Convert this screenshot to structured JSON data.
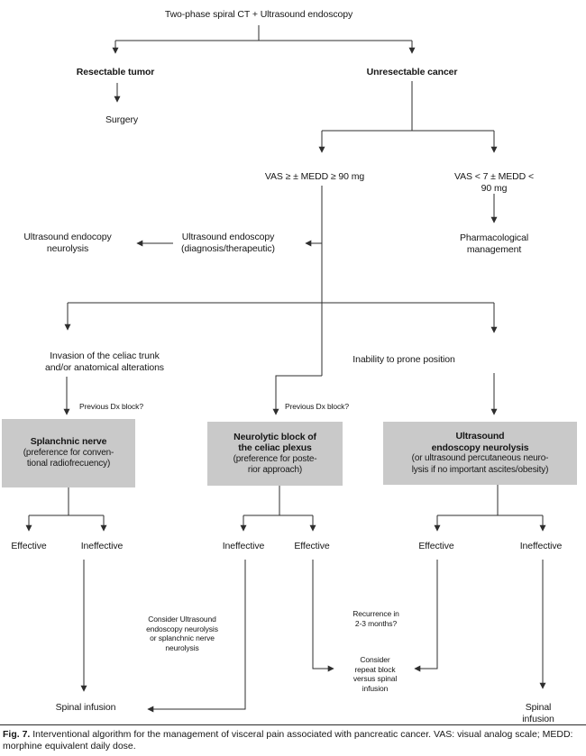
{
  "colors": {
    "box_fill": "#c9c9c9",
    "line": "#2e2e2e",
    "text": "#161616"
  },
  "nodes": {
    "root": "Two-phase spiral CT + Ultrasound endoscopy",
    "resectable": "Resectable tumor",
    "surgery": "Surgery",
    "unresectable": "Unresectable cancer",
    "vas_high": "VAS ≥ ± MEDD ≥ 90 mg",
    "vas_low": "VAS < 7 ± MEDD < 90 mg",
    "pharmacological": "Pharmacological\nmanagement",
    "us_endoscopy_diag": "Ultrasound endoscopy\n(diagnosis/therapeutic)",
    "us_endoscopy_neuro": "Ultrasound endocopy\nneurolysis",
    "invasion": "Invasion of the celiac trunk\nand/or anatomical alterations",
    "inability": "Inability to prone position",
    "prev_dx_block_1": "Previous Dx block?",
    "prev_dx_block_2": "Previous Dx block?",
    "box1_title": "Splanchnic nerve",
    "box1_sub": "(preference for conven-\ntional radiofrecuency)",
    "box2_title": "Neurolytic block of\nthe celiac plexus",
    "box2_sub": "(preference for poste-\nrior approach)",
    "box3_title": "Ultrasound\nendoscopy neurolysis",
    "box3_sub": "(or ultrasound percutaneous neuro-\nlysis if no important ascites/obesity)",
    "effective_1": "Effective",
    "ineffective_1": "Ineffective",
    "ineffective_2": "Ineffective",
    "effective_2": "Effective",
    "effective_3": "Effective",
    "ineffective_3": "Ineffective",
    "consider_us": "Consider Ultrasound\nendoscopy neurolysis\nor splanchnic nerve\nneurolysis",
    "recurrence": "Recurrence in\n2-3 months?",
    "consider_repeat": "Consider\nrepeat block\nversus spinal\ninfusion",
    "spinal_left": "Spinal infusion",
    "spinal_right": "Spinal infusion"
  },
  "caption": {
    "label": "Fig. 7.",
    "text": " Interventional algorithm for the management of visceral pain associated with pancreatic cancer. VAS: visual analog scale; MEDD: morphine equivalent daily dose."
  }
}
